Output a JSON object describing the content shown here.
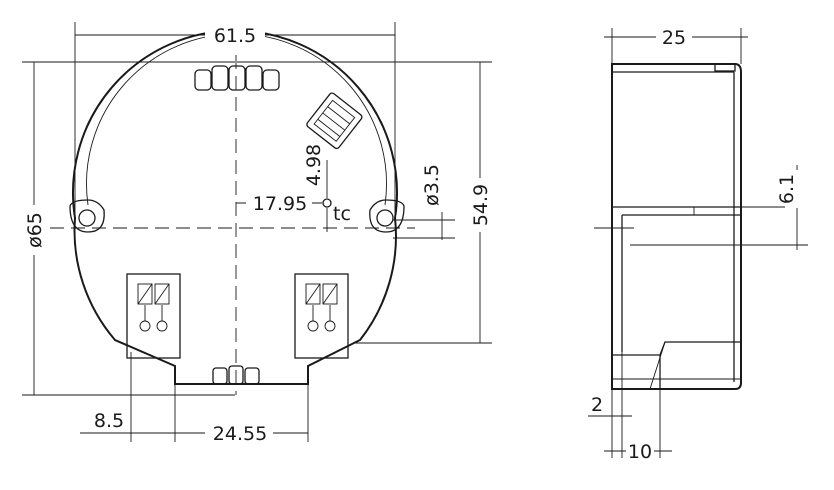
{
  "front_view": {
    "dim_width": "61.5",
    "dim_diameter": "ø65",
    "dim_height": "54.9",
    "dim_hole": "ø3.5",
    "dim_tc_offset_y": "4.98",
    "dim_tc_offset_x": "17.95",
    "label_tc": "tc",
    "dim_terminal_left": "8.5",
    "dim_terminal_span": "24.55"
  },
  "side_view": {
    "dim_depth": "25",
    "dim_step": "6.1",
    "dim_lip": "2",
    "dim_base": "10"
  }
}
